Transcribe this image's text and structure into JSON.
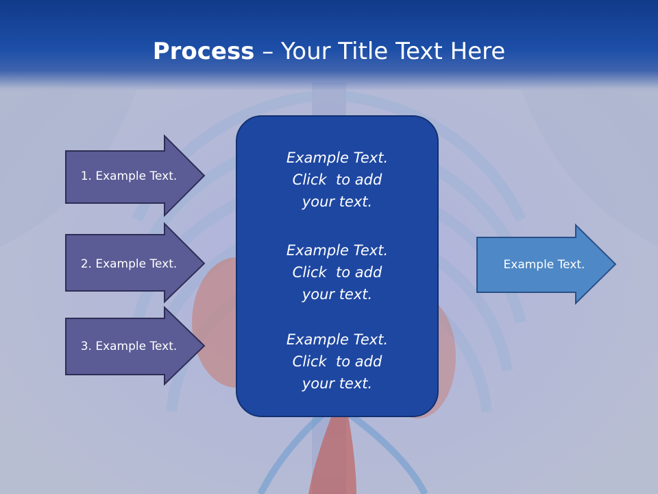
{
  "title": {
    "bold": "Process",
    "rest": " – Your Title Text Here"
  },
  "left_arrows": [
    {
      "label": "1. Example Text."
    },
    {
      "label": "2. Example Text."
    },
    {
      "label": "3. Example Text."
    }
  ],
  "center_box": {
    "paragraphs": [
      {
        "lines": [
          "Example Text.",
          "Click  to add",
          "your text."
        ]
      },
      {
        "lines": [
          "Example Text.",
          "Click  to add",
          "your text."
        ]
      },
      {
        "lines": [
          "Example Text.",
          "Click  to add",
          "your text."
        ]
      }
    ]
  },
  "right_arrow": {
    "label": "Example Text."
  },
  "colors": {
    "title_band": "#1d4fa8",
    "left_arrow_fill": "#5b5b95",
    "center_box_fill": "#1e47a1",
    "right_arrow_fill": "#4e88c6"
  }
}
